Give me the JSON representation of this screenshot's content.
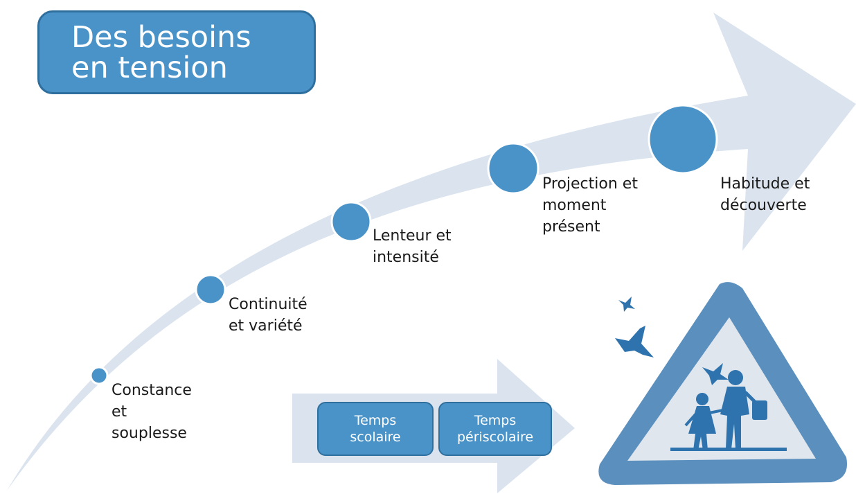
{
  "title": {
    "line1": "Des besoins",
    "line2": "en tension"
  },
  "steps": [
    {
      "lines": [
        "Constance",
        "et",
        "souplesse"
      ]
    },
    {
      "lines": [
        "Continuité",
        "et variété"
      ]
    },
    {
      "lines": [
        "Lenteur et",
        "intensité"
      ]
    },
    {
      "lines": [
        "Projection et",
        "moment",
        "présent"
      ]
    },
    {
      "lines": [
        "Habitude et",
        "découverte"
      ]
    }
  ],
  "time_boxes": [
    {
      "lines": [
        "Temps",
        "scolaire"
      ]
    },
    {
      "lines": [
        "Temps",
        "périscolaire"
      ]
    }
  ],
  "colors": {
    "accent": "#4a93c8",
    "accent_border": "#2f6f9e",
    "arrow_fill": "#dbe4ee",
    "sign_border": "#5b8fbd",
    "sign_fill": "#dfe6ee",
    "figure": "#2e73ad"
  },
  "icons": [
    "school-crossing-sign-icon",
    "bird-icon"
  ]
}
